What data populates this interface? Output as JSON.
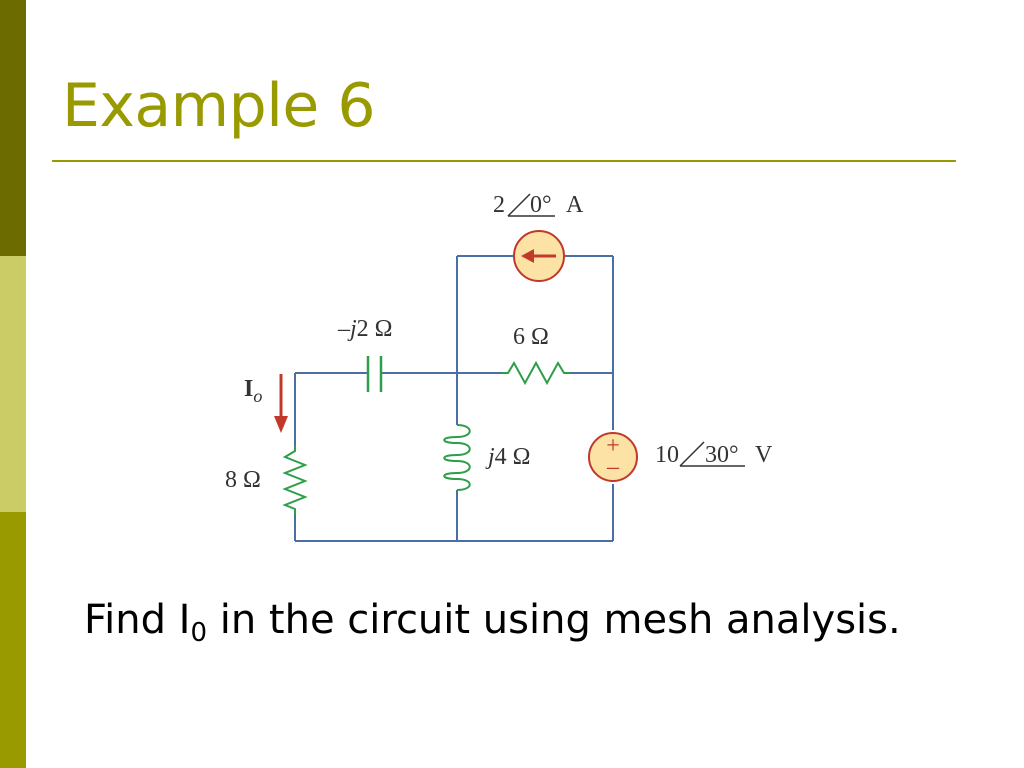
{
  "slide": {
    "title": "Example 6",
    "caption": {
      "pre": "Find I",
      "sub": "0",
      "post": " in the circuit using mesh analysis."
    }
  },
  "circuit": {
    "current_source": {
      "magnitude": "2",
      "angle": "0°",
      "unit": "A"
    },
    "capacitor": {
      "prefix": "–",
      "j": "j",
      "value": "2 Ω"
    },
    "resistor_top": {
      "label": "6 Ω"
    },
    "inductor": {
      "j": "j",
      "value": "4 Ω"
    },
    "voltage_source": {
      "magnitude": "10",
      "angle": "30°",
      "unit": "V",
      "plus": "+",
      "minus": "–"
    },
    "resistor_left": {
      "label": "8 Ω"
    },
    "current_label": {
      "main": "I",
      "sub": "o"
    }
  },
  "colors": {
    "accent": "#999900",
    "wire": "#4a6fa5",
    "source_fill": "#fde2a6",
    "arrow": "#c0392b",
    "component": "#2e9e4a"
  }
}
